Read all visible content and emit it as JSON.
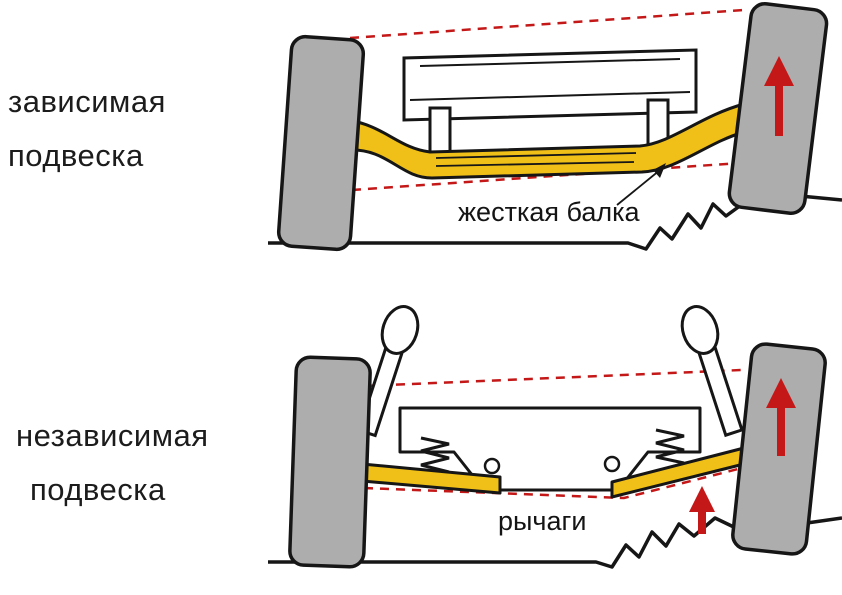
{
  "colors": {
    "beam_yellow": "#F0C018",
    "wheel_gray": "#ADADAD",
    "accent_red": "#C41818",
    "line_black": "#161616",
    "background": "#FFFFFF"
  },
  "dependent": {
    "label_line1": "зависимая",
    "label_line2": "подвеска",
    "callout": "жесткая балка"
  },
  "independent": {
    "label_line1": "независимая",
    "label_line2": "подвеска",
    "callout": "рычаги"
  }
}
